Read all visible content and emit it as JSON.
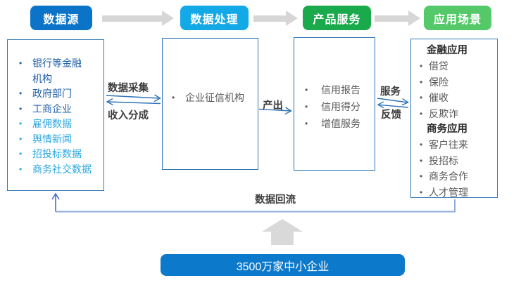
{
  "stages": [
    {
      "label": "数据源",
      "color": "#0B74C9"
    },
    {
      "label": "数据处理",
      "color": "#12A9E6"
    },
    {
      "label": "产品服务",
      "color": "#1BAA4B"
    },
    {
      "label": "应用场景",
      "color": "#55C969"
    }
  ],
  "source_box": {
    "items": [
      {
        "text": "银行等金融\n机构",
        "tone": "dark"
      },
      {
        "text": "政府部门",
        "tone": "dark"
      },
      {
        "text": "工商企业",
        "tone": "dark"
      },
      {
        "text": "雇佣数据",
        "tone": "light"
      },
      {
        "text": "舆情新闻",
        "tone": "light"
      },
      {
        "text": "招投标数据",
        "tone": "light"
      },
      {
        "text": "商务社交数据",
        "tone": "light"
      }
    ]
  },
  "processing_box": {
    "item": "企业征信机构"
  },
  "products_box": {
    "items": [
      "信用报告",
      "信用得分",
      "增值服务"
    ]
  },
  "applications_box": {
    "sections": [
      {
        "title": "金融应用",
        "items": [
          "借贷",
          "保险",
          "催收",
          "反欺诈"
        ]
      },
      {
        "title": "商务应用",
        "items": [
          "客户往来",
          "投招标",
          "商务合作",
          "人才管理"
        ]
      }
    ]
  },
  "flow_labels": {
    "collect": "数据采集",
    "revenue_share": "收入分成",
    "output": "产出",
    "service": "服务",
    "feedback": "反馈",
    "backflow": "数据回流"
  },
  "bottom_bar": {
    "label": "3500万家中小企业"
  },
  "colors": {
    "stage_blue": "#0B74C9",
    "stage_cyan": "#12A9E6",
    "stage_green": "#1BAA4B",
    "stage_light_green": "#55C969",
    "box_border": "#2E74B5",
    "dark_item_text": "#1F5FA8",
    "light_item_text": "#2AA7E0",
    "gray_text": "#595959",
    "label_text": "#3D3D3D",
    "arrow_blue": "#2E74B5",
    "return_line_light": "#8EA9DB",
    "return_line_dark": "#4472C4",
    "block_arrow_gray": "#D6D6D6",
    "bottom_bar_blue": "#0C79CB"
  }
}
